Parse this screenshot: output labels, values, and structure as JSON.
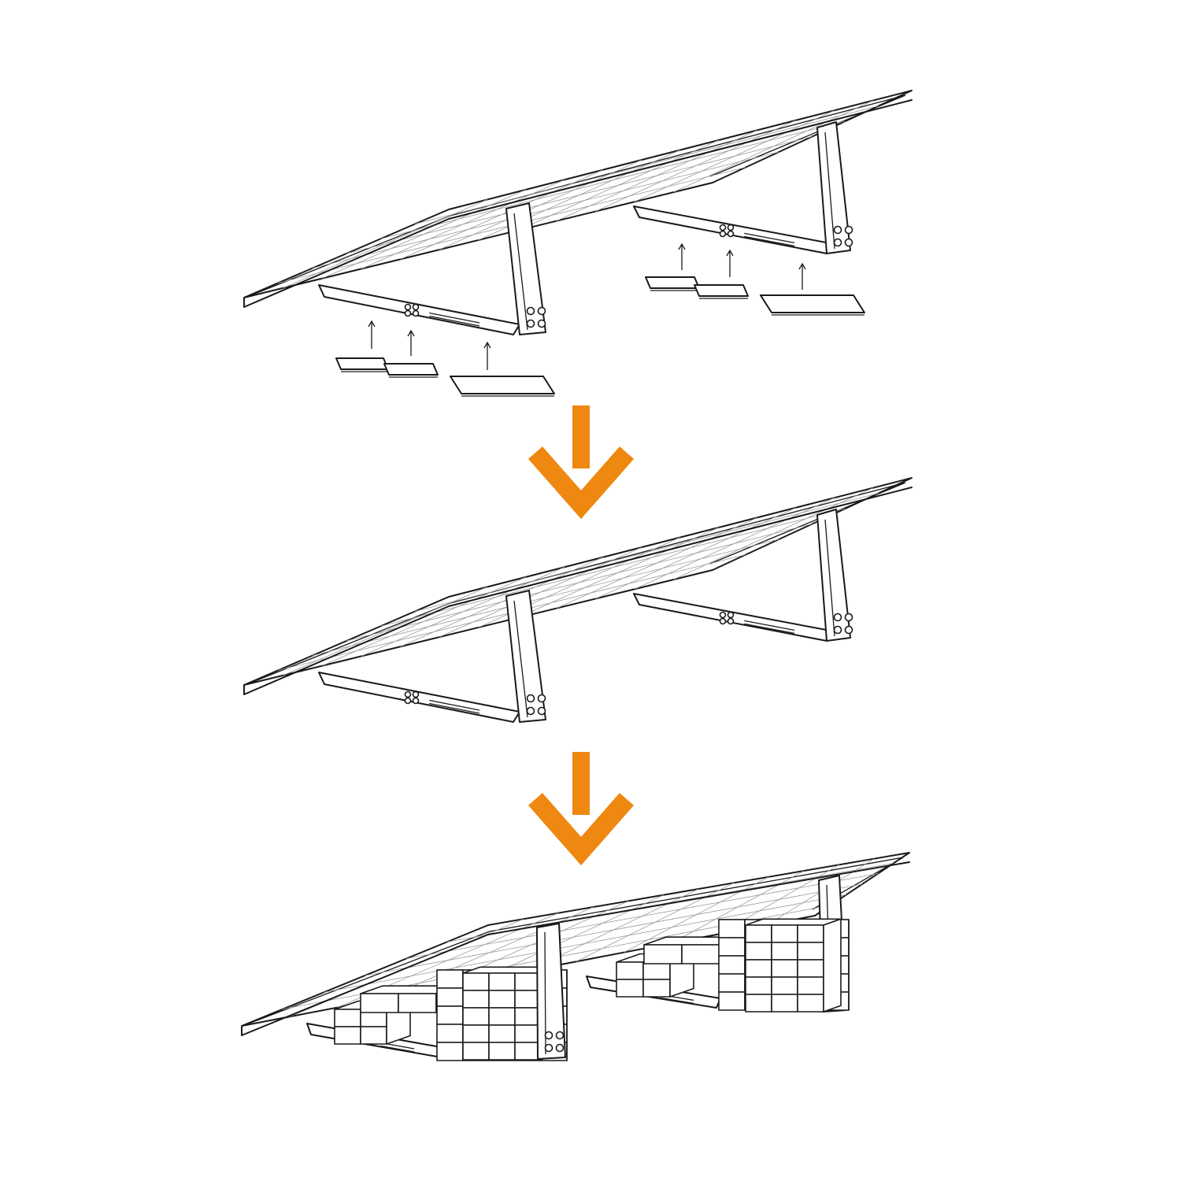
{
  "colors": {
    "accent": "#ee8811",
    "line": "#1a1a1a",
    "background": "#ffffff"
  },
  "steps": [
    {
      "name": "place-base-pads"
    },
    {
      "name": "pads-under-frame"
    },
    {
      "name": "load-ballast-blocks"
    }
  ]
}
